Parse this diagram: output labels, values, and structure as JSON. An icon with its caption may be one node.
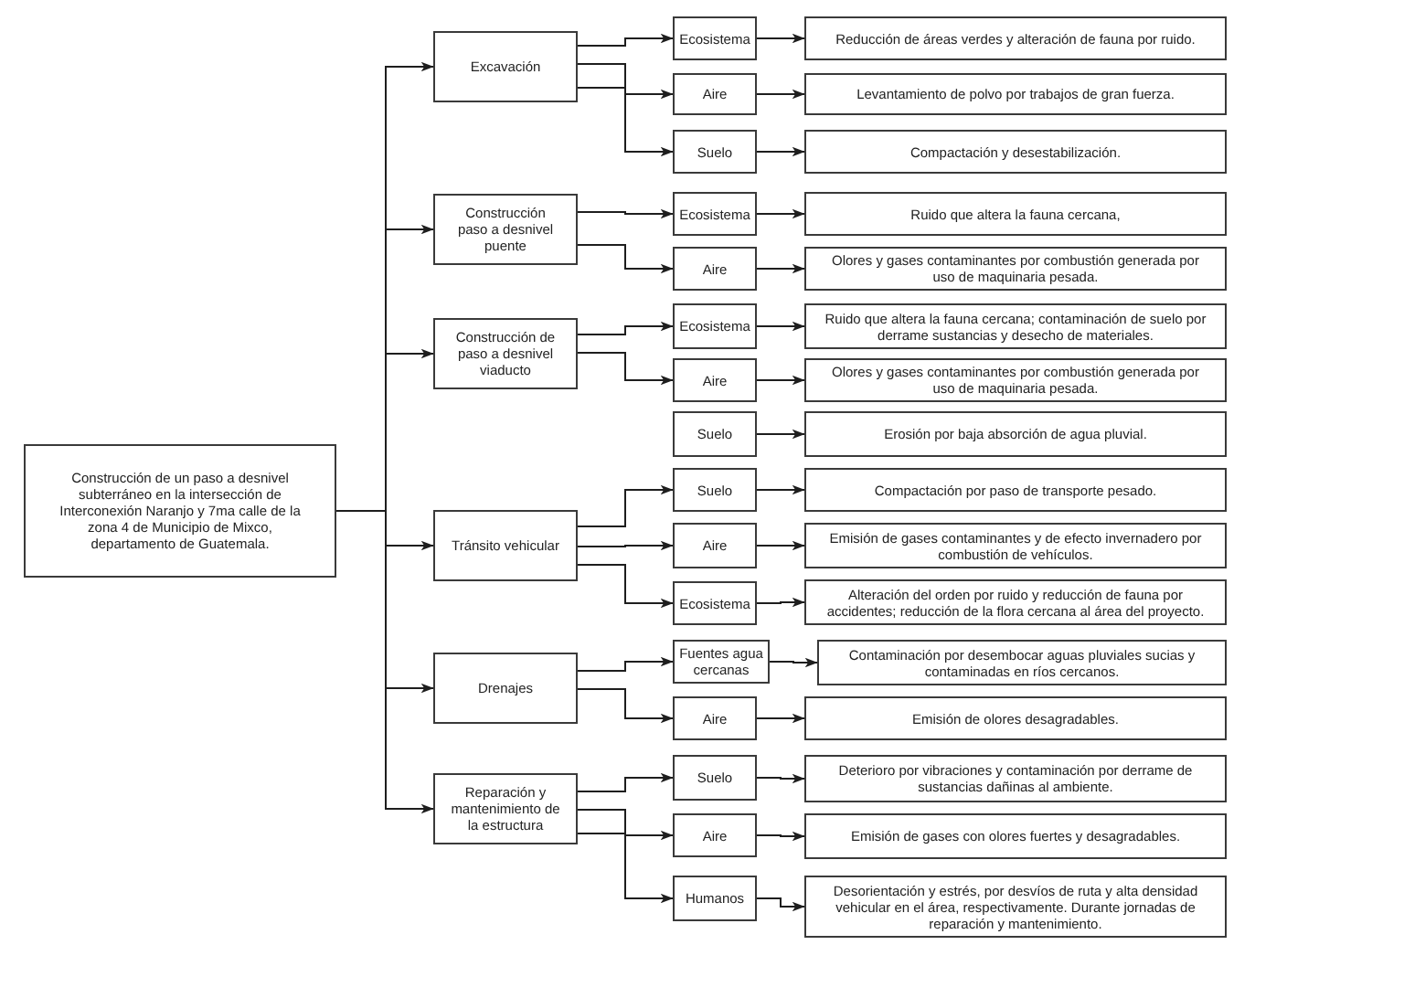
{
  "diagram": {
    "nodes": [
      {
        "text": [
          "Construcción de un paso a desnivel subterráneo en la intersección de Interconexión Naranjo y 7ma calle de la zona 4 de Municipio de Mixco, departamento de Guatemala."
        ]
      },
      {
        "text": [
          "Excavación"
        ]
      },
      {
        "text": [
          "Construcción paso a desnivel puente"
        ]
      },
      {
        "text": [
          "Construcción de paso a desnivel viaducto"
        ]
      },
      {
        "text": [
          "Tránsito vehicular"
        ]
      },
      {
        "text": [
          "Drenajes"
        ]
      },
      {
        "text": [
          "Reparación y mantenimiento de la estructura"
        ]
      },
      {
        "text": [
          "Ecosistema"
        ]
      },
      {
        "text": [
          "Aire"
        ]
      },
      {
        "text": [
          "Suelo"
        ]
      },
      {
        "text": [
          "Ecosistema"
        ]
      },
      {
        "text": [
          "Aire"
        ]
      },
      {
        "text": [
          "Ecosistema"
        ]
      },
      {
        "text": [
          "Aire"
        ]
      },
      {
        "text": [
          "Suelo"
        ]
      },
      {
        "text": [
          "Suelo"
        ]
      },
      {
        "text": [
          "Aire"
        ]
      },
      {
        "text": [
          "Ecosistema"
        ]
      },
      {
        "text": [
          "Fuentes agua cercanas"
        ]
      },
      {
        "text": [
          "Aire"
        ]
      },
      {
        "text": [
          "Suelo"
        ]
      },
      {
        "text": [
          "Aire"
        ]
      },
      {
        "text": [
          "Humanos"
        ]
      },
      {
        "text": [
          "Reducción de áreas verdes y alteración de fauna por ruido."
        ]
      },
      {
        "text": [
          "Levantamiento de polvo por trabajos de gran fuerza."
        ]
      },
      {
        "text": [
          "Compactación y desestabilización."
        ]
      },
      {
        "text": [
          "Ruido que altera la fauna cercana,"
        ]
      },
      {
        "text": [
          "Olores y gases contaminantes por combustión generada por uso de maquinaria pesada."
        ]
      },
      {
        "text": [
          "Ruido que altera la fauna cercana; contaminación de suelo por derrame sustancias y desecho de materiales."
        ]
      },
      {
        "text": [
          "Olores y gases contaminantes por combustión generada por uso de maquinaria pesada."
        ]
      },
      {
        "text": [
          "Erosión por baja absorción de agua pluvial."
        ]
      },
      {
        "text": [
          "Compactación por paso de transporte pesado."
        ]
      },
      {
        "text": [
          "Emisión de gases contaminantes y de efecto invernadero por combustión de vehículos."
        ]
      },
      {
        "text": [
          "Alteración del orden por ruido y reducción de fauna por accidentes; reducción de la flora cercana al área del proyecto."
        ]
      },
      {
        "text": [
          "Contaminación por desembocar aguas pluviales sucias y contaminadas en ríos cercanos."
        ]
      },
      {
        "text": [
          "Emisión de olores desagradables."
        ]
      },
      {
        "text": [
          "Deterioro por vibraciones y contaminación por derrame de sustancias dañinas al ambiente."
        ]
      },
      {
        "text": [
          "Emisión de gases con olores fuertes y desagradables."
        ]
      },
      {
        "text": [
          "Desorientación y estrés, por desvíos de ruta y alta densidad vehicular en el área, respectivamente. Durante jornadas de reparación y mantenimiento."
        ]
      }
    ],
    "edges": [
      {
        "from": 0,
        "to": 1,
        "arrow": "to"
      },
      {
        "from": 0,
        "to": 2,
        "arrow": "to"
      },
      {
        "from": 0,
        "to": 3,
        "arrow": "to"
      },
      {
        "from": 0,
        "to": 4,
        "arrow": "to"
      },
      {
        "from": 0,
        "to": 5,
        "arrow": "to"
      },
      {
        "from": 0,
        "to": 6,
        "arrow": "to"
      },
      {
        "from": 1,
        "to": 7,
        "arrow": "to"
      },
      {
        "from": 1,
        "to": 8,
        "arrow": "to"
      },
      {
        "from": 1,
        "to": 9,
        "arrow": "to"
      },
      {
        "from": 2,
        "to": 10,
        "arrow": "to"
      },
      {
        "from": 2,
        "to": 11,
        "arrow": "to"
      },
      {
        "from": 3,
        "to": 12,
        "arrow": "to"
      },
      {
        "from": 3,
        "to": 13,
        "arrow": "to"
      },
      {
        "from": 4,
        "to": 15,
        "arrow": "to"
      },
      {
        "from": 4,
        "to": 16,
        "arrow": "to"
      },
      {
        "from": 4,
        "to": 17,
        "arrow": "to"
      },
      {
        "from": 5,
        "to": 18,
        "arrow": "to"
      },
      {
        "from": 5,
        "to": 19,
        "arrow": "to"
      },
      {
        "from": 6,
        "to": 20,
        "arrow": "to"
      },
      {
        "from": 6,
        "to": 21,
        "arrow": "to"
      },
      {
        "from": 6,
        "to": 22,
        "arrow": "to"
      },
      {
        "from": 7,
        "to": 23,
        "arrow": "to"
      },
      {
        "from": 8,
        "to": 24,
        "arrow": "to"
      },
      {
        "from": 9,
        "to": 25,
        "arrow": "to"
      },
      {
        "from": 10,
        "to": 26,
        "arrow": "to"
      },
      {
        "from": 11,
        "to": 27,
        "arrow": "to"
      },
      {
        "from": 12,
        "to": 28,
        "arrow": "to"
      },
      {
        "from": 13,
        "to": 29,
        "arrow": "to"
      },
      {
        "from": 14,
        "to": 30,
        "arrow": "to"
      },
      {
        "from": 15,
        "to": 31,
        "arrow": "to"
      },
      {
        "from": 16,
        "to": 32,
        "arrow": "to"
      },
      {
        "from": 17,
        "to": 33,
        "arrow": "to"
      },
      {
        "from": 18,
        "to": 34,
        "arrow": "to"
      },
      {
        "from": 19,
        "to": 35,
        "arrow": "to"
      },
      {
        "from": 20,
        "to": 36,
        "arrow": "to"
      },
      {
        "from": 21,
        "to": 37,
        "arrow": "to"
      },
      {
        "from": 22,
        "to": 38,
        "arrow": "to"
      }
    ]
  }
}
